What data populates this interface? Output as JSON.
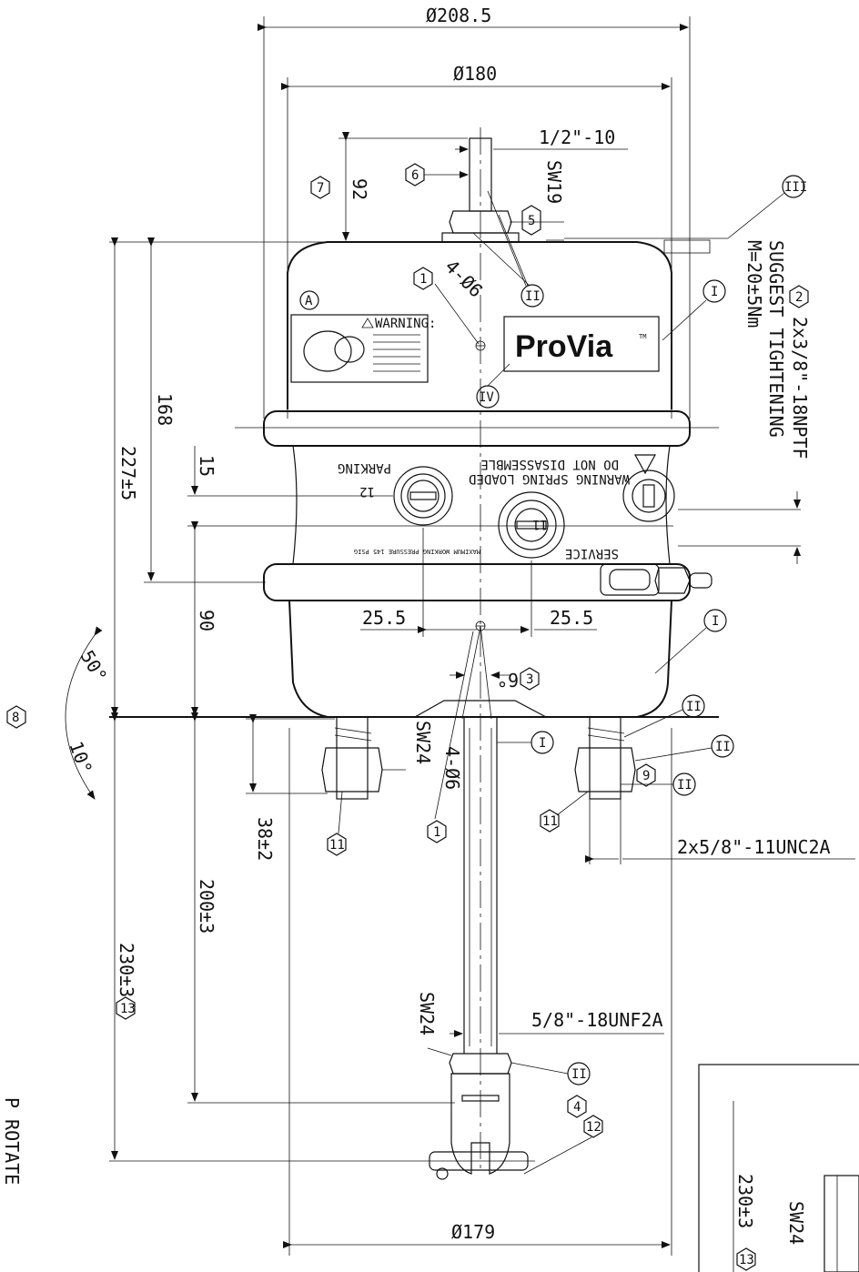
{
  "dimensions": {
    "outer_dia": "Ø208.5",
    "top_dia": "Ø180",
    "bottom_dia": "Ø179",
    "thread_top": "1/2\"-10",
    "sw19": "SW19",
    "h92": "92",
    "h168": "168",
    "h227": "227±5",
    "h15": "15",
    "h90": "90",
    "offset_left": "25.5",
    "offset_right": "25.5",
    "angle_small": "6°",
    "angle_up": "50°",
    "angle_down": "10°",
    "sw24_left": "SW24",
    "h38": "38±2",
    "h200": "200±3",
    "h230": "230±3",
    "thread_rod": "5/8\"-18UNF2A",
    "sw24_rod": "SW24",
    "stud_thread": "2x5/8\"-11UNC2A",
    "holes_top": "4-Ø6",
    "holes_bottom": "4-Ø6",
    "port_thread": "2x3/8\"-18NPTF",
    "suggest": "SUGGEST TIGHTENING",
    "torque": "M=20±5Nm",
    "inset_h230": "230±3",
    "inset_sw24": "SW24",
    "rotate_text": "P ROTATE"
  },
  "markers": {
    "m1a": "1",
    "m1b": "1",
    "m2": "2",
    "m3": "3",
    "m4": "4",
    "m5": "5",
    "m6": "6",
    "m7": "7",
    "m8": "8",
    "m9": "9",
    "m11a": "11",
    "m11b": "11",
    "m12": "12",
    "m13": "13",
    "m13b": "13",
    "mA": "A",
    "rI_a": "I",
    "rI_b": "I",
    "rI_c": "I",
    "rII_a": "II",
    "rII_b": "II",
    "rII_c": "II",
    "rII_d": "II",
    "rII_e": "II",
    "rIII": "III",
    "rIV": "IV"
  },
  "body_text": {
    "brand": "ProVia",
    "tm": "TM",
    "warning_title": "WARNING:",
    "warning_spring": "WARNING SPRING LOADED",
    "do_not": "DO NOT DISASSEMBLE",
    "parking": "PARKING",
    "service": "SERVICE",
    "port12": "12",
    "port11": "11",
    "max_pressure": "MAXIMUM WORKING PRESSURE 145 PSIG"
  }
}
